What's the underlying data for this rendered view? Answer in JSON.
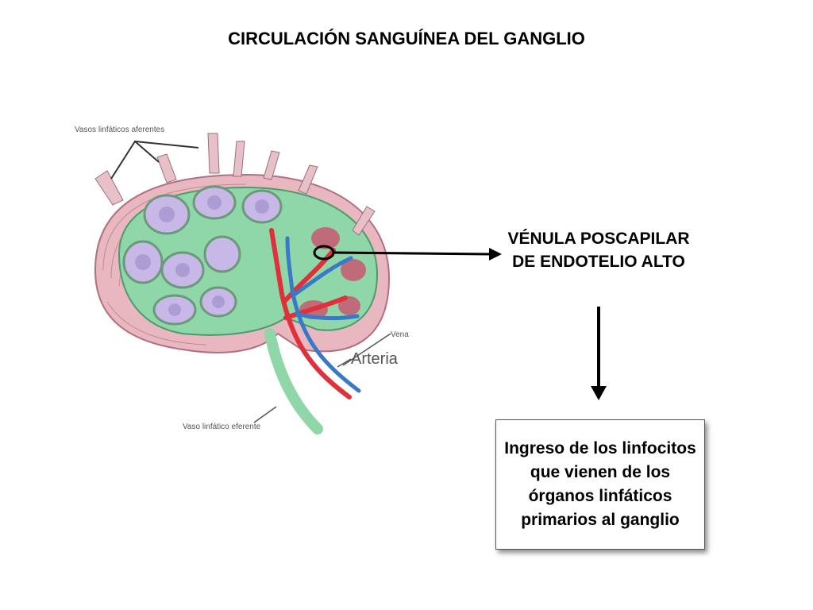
{
  "title": "CIRCULACIÓN SANGUÍNEA DEL GANGLIO",
  "diagram": {
    "label_afferent": "Vasos linfáticos aferentes",
    "label_vein": "Vena",
    "label_artery": "Arteria",
    "label_efferent": "Vaso linfático eferente"
  },
  "callout": {
    "label": "VÉNULA POSCAPILAR DE ENDOTELIO ALTO"
  },
  "note": {
    "text": "Ingreso de los linfocitos que vienen de los órganos linfáticos primarios al ganglio"
  },
  "colors": {
    "capsule": "#e8b7c0",
    "cortex": "#c8b8e8",
    "trabeculae": "#8fd6a8",
    "artery": "#e0303a",
    "vein": "#3a78c8"
  }
}
